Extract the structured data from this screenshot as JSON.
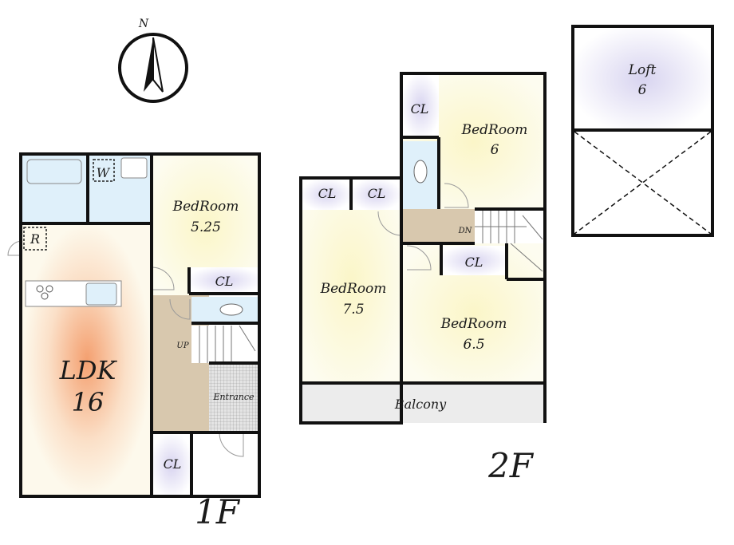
{
  "compass": {
    "label": "N"
  },
  "floor1": {
    "title": "1F",
    "rooms": {
      "wash_w": "W",
      "fridge_r": "R",
      "bedroom": {
        "name": "BedRoom",
        "size": "5.25"
      },
      "bedroom_closet": "CL",
      "ldk": {
        "name": "LDK",
        "size": "16"
      },
      "stairs": "UP",
      "entrance": "Entrance",
      "hall_closet": "CL"
    }
  },
  "floor2": {
    "title": "2F",
    "rooms": {
      "bedroom6": {
        "name": "BedRoom",
        "size": "6"
      },
      "bedroom6_closet": "CL",
      "bedroom75": {
        "name": "BedRoom",
        "size": "7.5"
      },
      "bedroom75_closet_a": "CL",
      "bedroom75_closet_b": "CL",
      "stairs": "DN",
      "bedroom65": {
        "name": "BedRoom",
        "size": "6.5"
      },
      "bedroom65_closet": "CL",
      "balcony": "Balcony"
    }
  },
  "loft": {
    "name": "Loft",
    "size": "6"
  },
  "colors": {
    "bedroom": "#fdfbe6",
    "ldk_glow": "#f4a070",
    "wet": "#dff0fa",
    "hall": "#d8c8ae",
    "balcony": "#ececec"
  }
}
